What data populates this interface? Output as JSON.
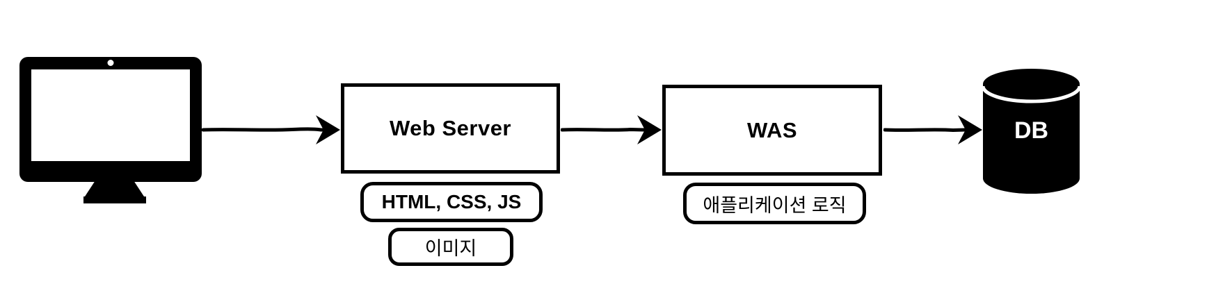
{
  "diagram": {
    "background_color": "#ffffff",
    "ink_color": "#000000",
    "client": {
      "icon": "desktop-monitor-icon"
    },
    "web_server": {
      "label": "Web Server",
      "serves": [
        "HTML, CSS, JS",
        "이미지"
      ]
    },
    "was": {
      "label": "WAS",
      "serves": [
        "애플리케이션 로직"
      ]
    },
    "db": {
      "label": "DB",
      "icon": "database-cylinder-icon"
    },
    "arrows": [
      {
        "from": "client",
        "to": "web_server"
      },
      {
        "from": "web_server",
        "to": "was"
      },
      {
        "from": "was",
        "to": "db"
      }
    ]
  }
}
